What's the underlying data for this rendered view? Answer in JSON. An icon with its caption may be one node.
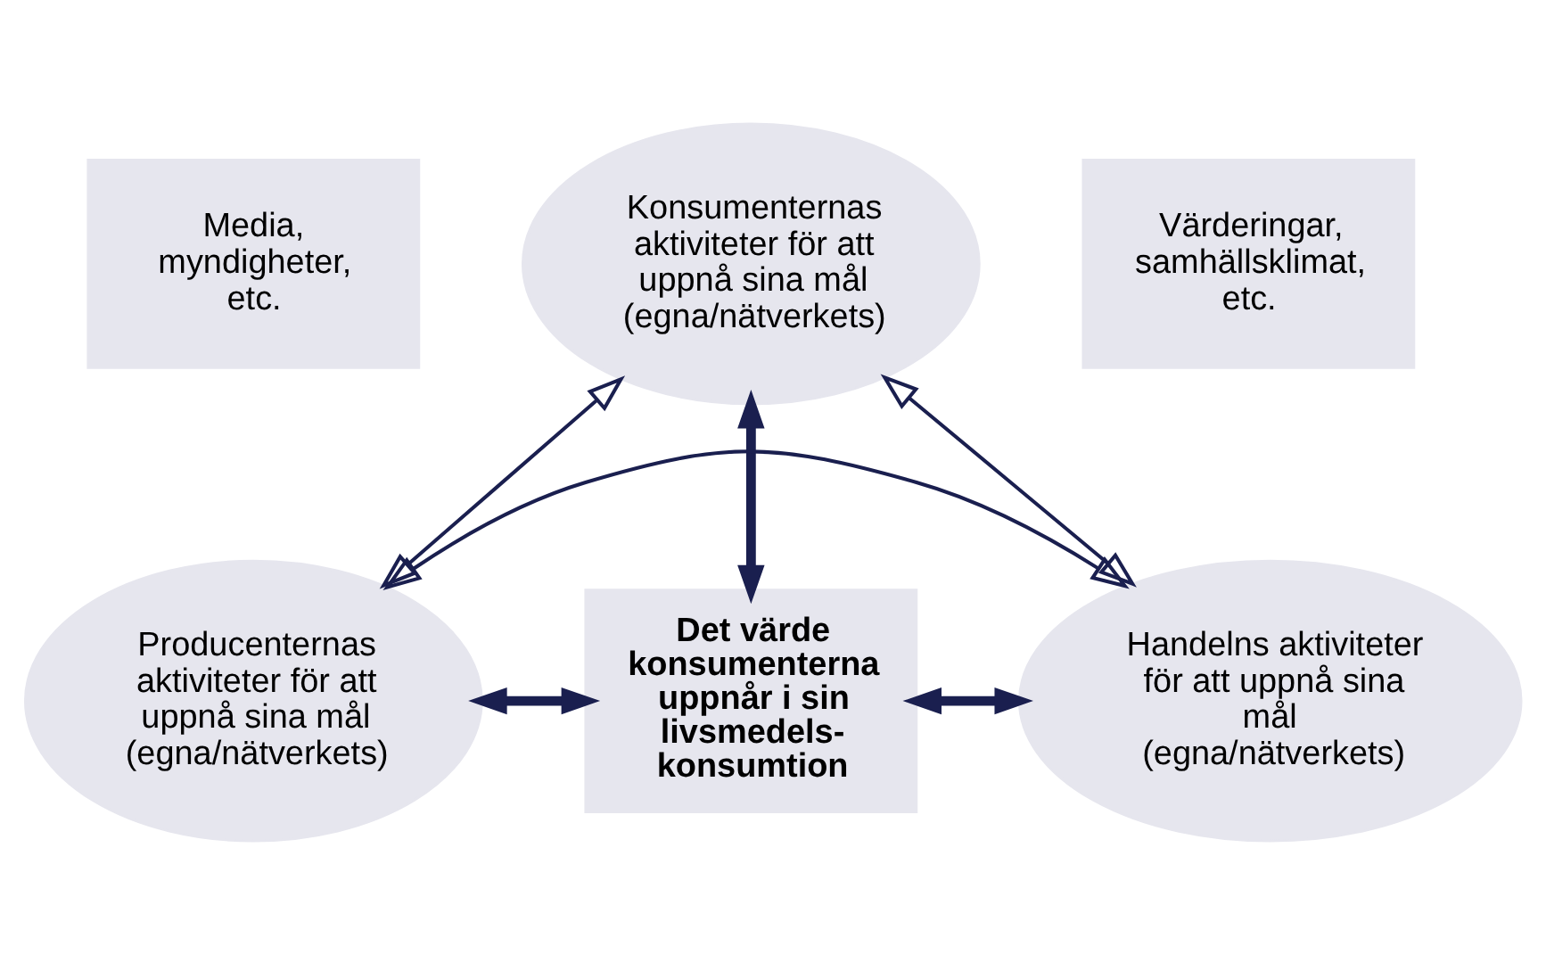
{
  "diagram": {
    "nodes": [
      {
        "text": [
          "Media, myndigheter, etc."
        ]
      },
      {
        "text": [
          "Konsumenternas aktiviteter för att uppnå sina mål (egna/nätverkets)"
        ]
      },
      {
        "text": [
          "Värderingar, samhällsklimat, etc."
        ]
      },
      {
        "text": [
          "Det värde konsumenterna uppnår i sin livsmedels- konsumtion"
        ]
      },
      {
        "text": [
          "Producenternas aktiviteter för att uppnå sina mål (egna/nätverkets)"
        ]
      },
      {
        "text": [
          "Handelns aktiviteter för att uppnå sina mål (egna/nätverkets)"
        ]
      }
    ],
    "edges": [
      {
        "from": 1,
        "to": 3,
        "arrow": "both",
        "style": "thick"
      },
      {
        "from": 1,
        "to": 4,
        "arrow": "both"
      },
      {
        "from": 1,
        "to": 5,
        "arrow": "both"
      },
      {
        "from": 4,
        "to": 3,
        "arrow": "both",
        "style": "thick"
      },
      {
        "from": 3,
        "to": 5,
        "arrow": "both",
        "style": "thick"
      },
      {
        "from": 4,
        "to": 5,
        "arrow": "both"
      }
    ]
  }
}
